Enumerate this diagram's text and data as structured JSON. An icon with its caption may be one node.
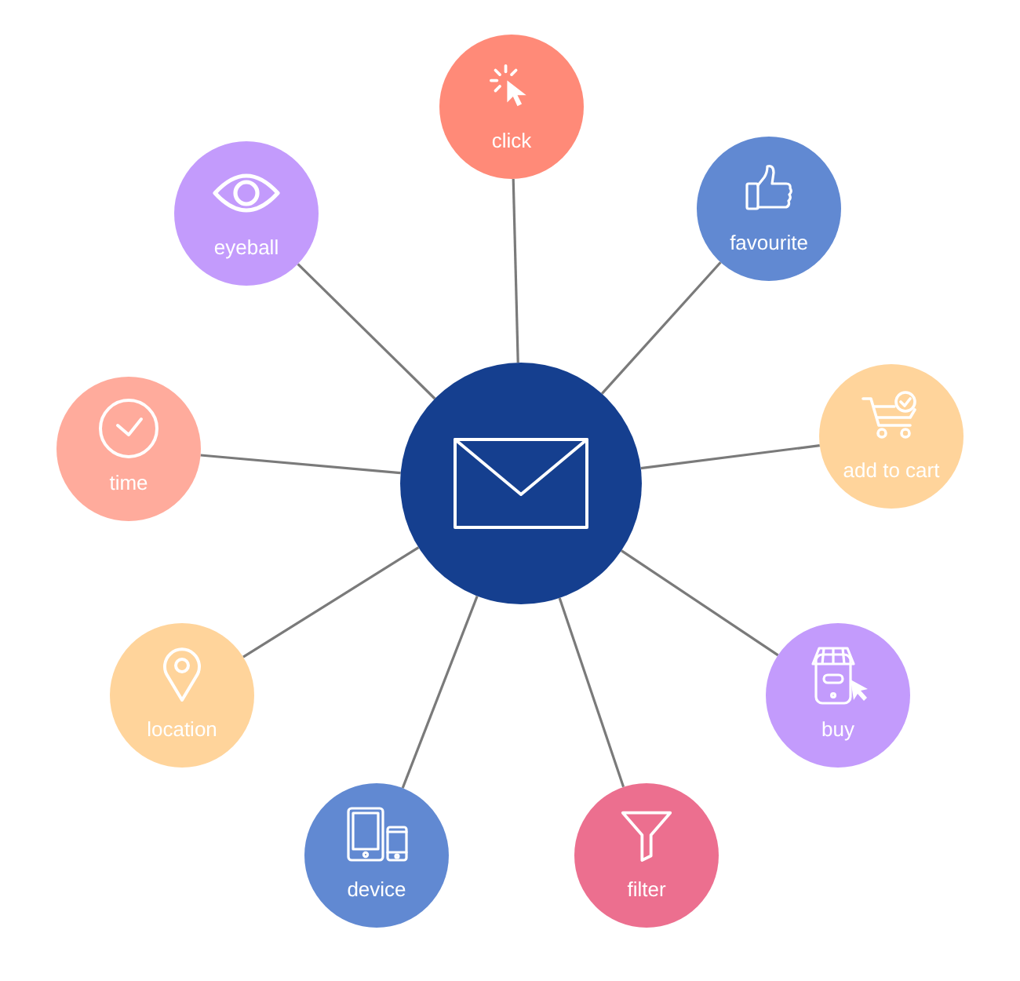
{
  "diagram": {
    "nodes": [
      {
        "text": [],
        "shape": "circle"
      },
      {
        "text": [
          "click"
        ]
      },
      {
        "text": [
          "favourite"
        ]
      },
      {
        "text": [
          "add to cart"
        ]
      },
      {
        "text": [
          "buy"
        ]
      },
      {
        "text": [
          "filter"
        ]
      },
      {
        "text": [
          "device"
        ]
      },
      {
        "text": [
          "location"
        ]
      },
      {
        "text": [
          "time"
        ]
      },
      {
        "text": [
          "eyeball"
        ]
      }
    ],
    "edges": [
      {
        "from": 0,
        "to": 1,
        "arrow": "none"
      },
      {
        "from": 0,
        "to": 2,
        "arrow": "none"
      },
      {
        "from": 0,
        "to": 3,
        "arrow": "none"
      },
      {
        "from": 0,
        "to": 4,
        "arrow": "none"
      },
      {
        "from": 0,
        "to": 5,
        "arrow": "none"
      },
      {
        "from": 0,
        "to": 6,
        "arrow": "none"
      },
      {
        "from": 0,
        "to": 7,
        "arrow": "none"
      },
      {
        "from": 0,
        "to": 8,
        "arrow": "none"
      },
      {
        "from": 0,
        "to": 9,
        "arrow": "none"
      }
    ]
  }
}
